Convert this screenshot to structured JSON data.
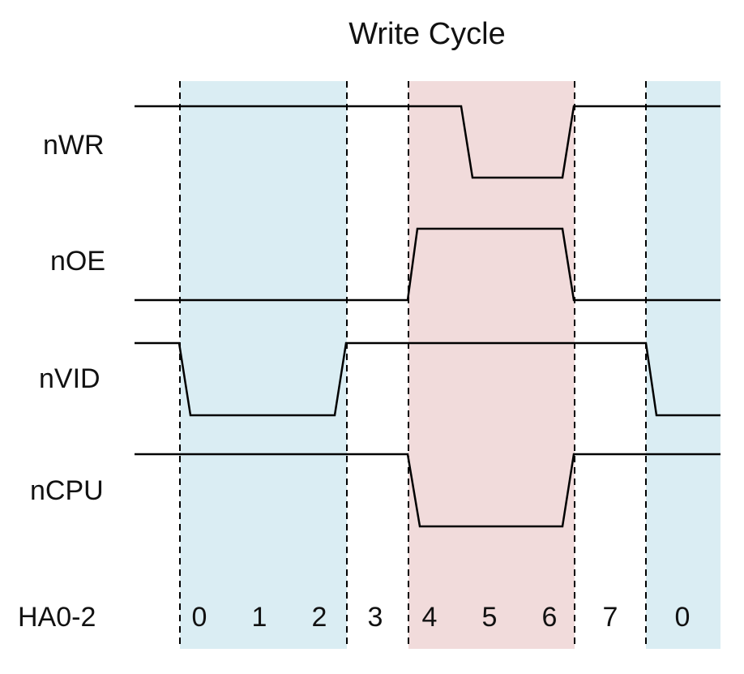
{
  "title": "Write Cycle",
  "signals": [
    {
      "name": "nWR"
    },
    {
      "name": "nOE"
    },
    {
      "name": "nVID"
    },
    {
      "name": "nCPU"
    }
  ],
  "address_bus": {
    "label": "HA0-2",
    "values": [
      "0",
      "1",
      "2",
      "3",
      "4",
      "5",
      "6",
      "7",
      "0"
    ]
  },
  "colors": {
    "blue_region": "#daedf3",
    "red_region": "#f1dbdb",
    "line": "#000000"
  }
}
